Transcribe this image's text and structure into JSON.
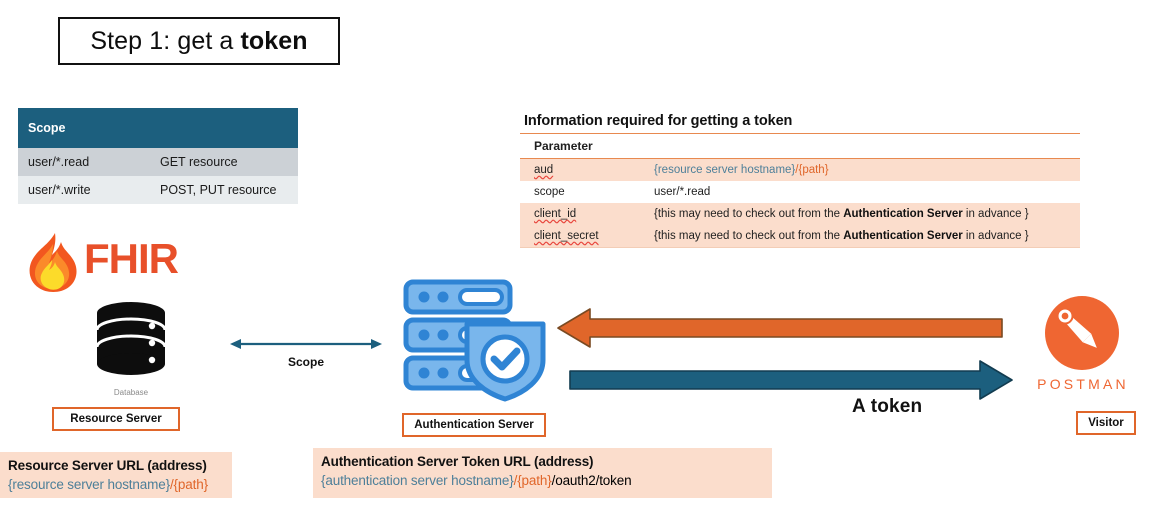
{
  "title": {
    "prefix": "Step 1: get a ",
    "bold": "token"
  },
  "scope_table": {
    "headers": [
      "Scope",
      ""
    ],
    "rows": [
      [
        "user/*.read",
        "GET resource"
      ],
      [
        "user/*.write",
        "POST, PUT resource"
      ]
    ],
    "header_bg": "#1c5f7e",
    "row_bg_alt": [
      "#ccd1d6",
      "#e8ecee"
    ]
  },
  "info_table": {
    "title": "Information required for getting a token",
    "header": "Parameter",
    "rows": [
      {
        "parameter": "aud",
        "value_host": "{resource server hostname}",
        "value_sep": "/",
        "value_path": "{path}",
        "tinted": true,
        "spellcheck": true
      },
      {
        "parameter": "scope",
        "value_plain": "user/*.read",
        "tinted": false,
        "spellcheck": false
      },
      {
        "parameter": "client_id",
        "value_pre": "{this may need to check out from the ",
        "value_bold": "Authentication Server",
        "value_post": " in advance }",
        "tinted": true,
        "spellcheck": true
      },
      {
        "parameter": "client_secret",
        "value_pre": "{this may need to check out from the ",
        "value_bold": "Authentication Server",
        "value_post": " in advance }",
        "tinted": true,
        "spellcheck": true
      }
    ],
    "rule_color": "#e8894f",
    "tint_bg": "#fbddcc"
  },
  "diagram": {
    "fhir_wordmark": "FHIR",
    "database_caption": "Database",
    "resource_server_label": "Resource Server",
    "auth_server_label": "Authentication Server",
    "visitor_label": "Visitor",
    "postman_wordmark": "POSTMAN",
    "scope_arrow_label": "Scope",
    "token_arrow_label": "A token",
    "orange": "#e0662a",
    "blue": "#1c5f7e",
    "icon_blue": "#5ba4e5",
    "postman_orange": "#ef6632"
  },
  "url_boxes": [
    {
      "title": "Resource Server URL (address)",
      "host": "{resource server hostname}",
      "sep": "/",
      "path": "{path}",
      "suffix": ""
    },
    {
      "title": "Authentication Server Token URL (address)",
      "host": "{authentication server hostname}",
      "sep": "/",
      "path": "{path}",
      "suffix": "/oauth2/token"
    }
  ]
}
